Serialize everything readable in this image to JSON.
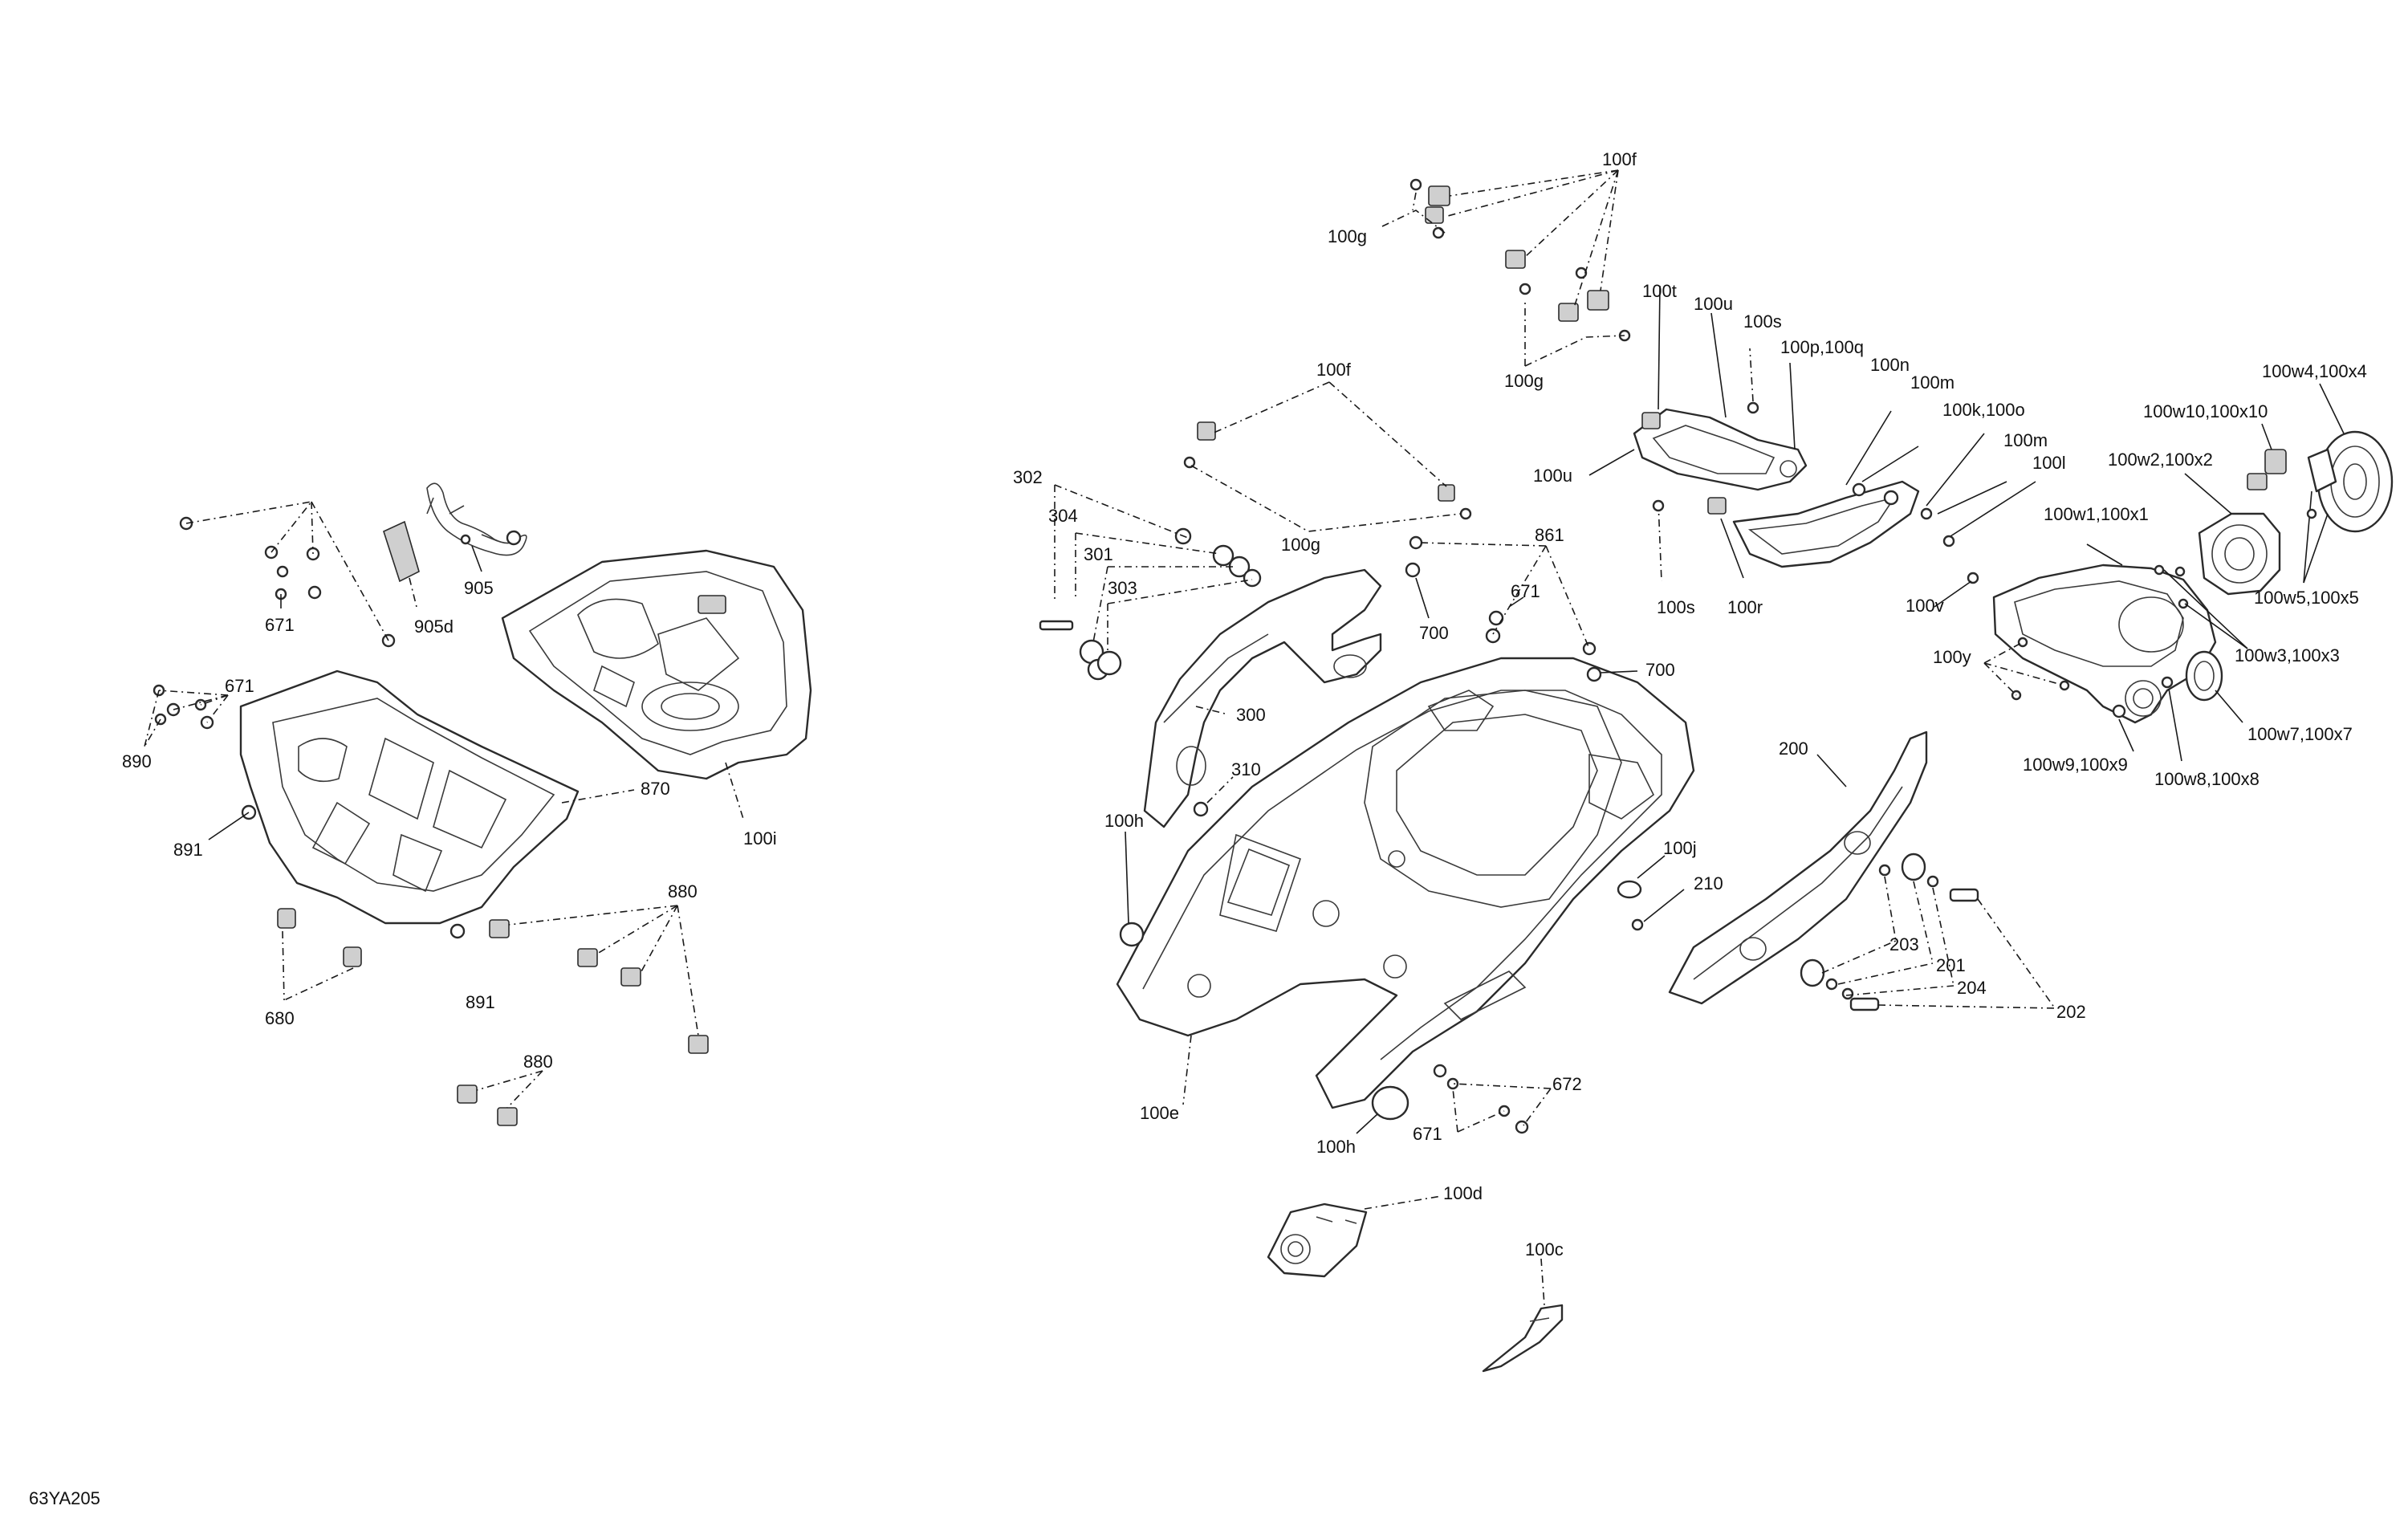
{
  "labels": {
    "l671a": "671",
    "l905": "905",
    "l905d": "905d",
    "l671b": "671",
    "l890": "890",
    "l891a": "891",
    "l870": "870",
    "l100i": "100i",
    "l880a": "880",
    "l680": "680",
    "l891b": "891",
    "l880b": "880",
    "l100f_top": "100f",
    "l100g_a": "100g",
    "l100g_b": "100g",
    "l100t": "100t",
    "l100u_a": "100u",
    "l100s_a": "100s",
    "l100pq": "100p,100q",
    "l100n": "100n",
    "l100m_a": "100m",
    "l100ko": "100k,100o",
    "l100m_b": "100m",
    "l100l": "100l",
    "l100w4": "100w4,100x4",
    "l100w10": "100w10,100x10",
    "l100w2": "100w2,100x2",
    "l100w1": "100w1,100x1",
    "l100w5": "100w5,100x5",
    "l100w3": "100w3,100x3",
    "l100w7": "100w7,100x7",
    "l100w8": "100w8,100x8",
    "l100w9": "100w9,100x9",
    "l100f_mid": "100f",
    "l100g_c": "100g",
    "l100u_b": "100u",
    "l100s_b": "100s",
    "l100r": "100r",
    "l100v": "100v",
    "l100y": "100y",
    "l302": "302",
    "l304": "304",
    "l301": "301",
    "l303": "303",
    "l861": "861",
    "l671c": "671",
    "l700a": "700",
    "l700b": "700",
    "l300": "300",
    "l310": "310",
    "l100h_a": "100h",
    "l200": "200",
    "l100j": "100j",
    "l210": "210",
    "l203": "203",
    "l201": "201",
    "l204": "204",
    "l202": "202",
    "l100e": "100e",
    "l672": "672",
    "l671d": "671",
    "l100h_b": "100h",
    "l100d": "100d",
    "l100c": "100c"
  },
  "reference": "63YA205"
}
